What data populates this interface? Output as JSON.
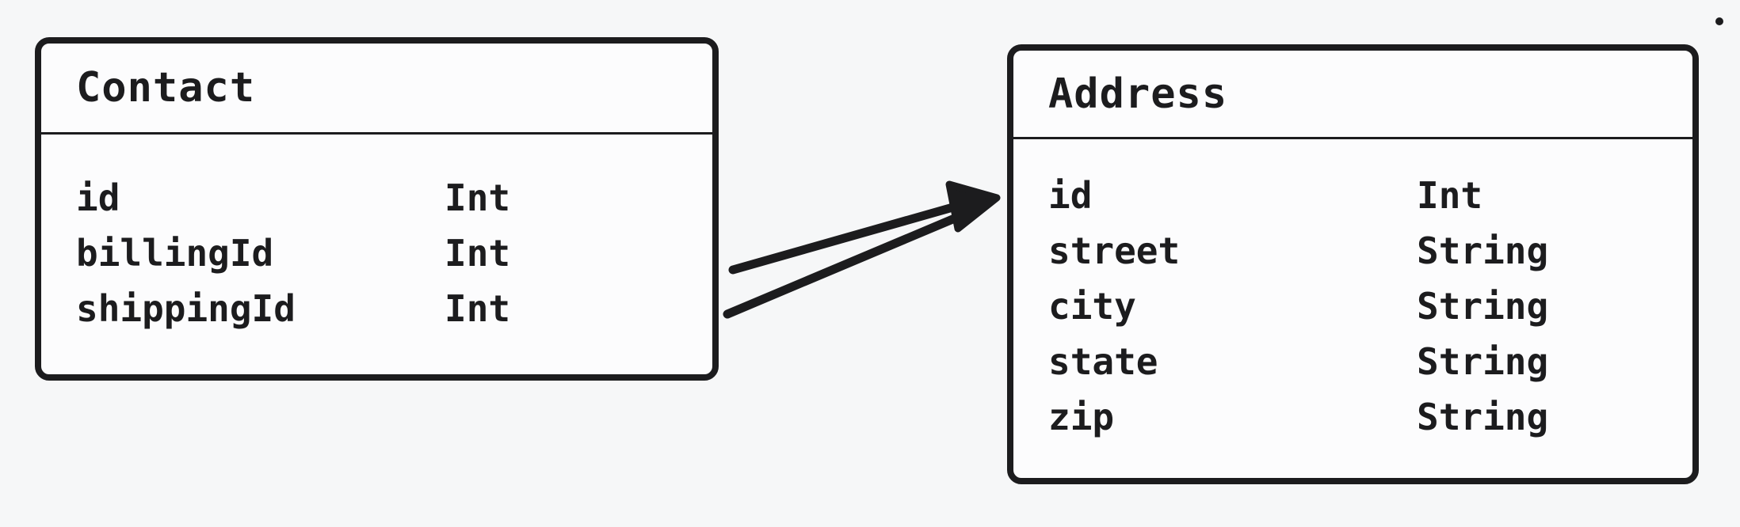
{
  "theme": {
    "background": "#f6f7f8",
    "card_fill": "#fcfcfd",
    "stroke": "#1c1c1e"
  },
  "diagram": {
    "entities": [
      {
        "name": "Contact",
        "fields": [
          {
            "name": "id",
            "type": "Int"
          },
          {
            "name": "billingId",
            "type": "Int"
          },
          {
            "name": "shippingId",
            "type": "Int"
          }
        ]
      },
      {
        "name": "Address",
        "fields": [
          {
            "name": "id",
            "type": "Int"
          },
          {
            "name": "street",
            "type": "String"
          },
          {
            "name": "city",
            "type": "String"
          },
          {
            "name": "state",
            "type": "String"
          },
          {
            "name": "zip",
            "type": "String"
          }
        ]
      }
    ],
    "relationships": [
      {
        "from": "Contact.billingId",
        "to": "Address.id"
      },
      {
        "from": "Contact.shippingId",
        "to": "Address.id"
      }
    ]
  }
}
